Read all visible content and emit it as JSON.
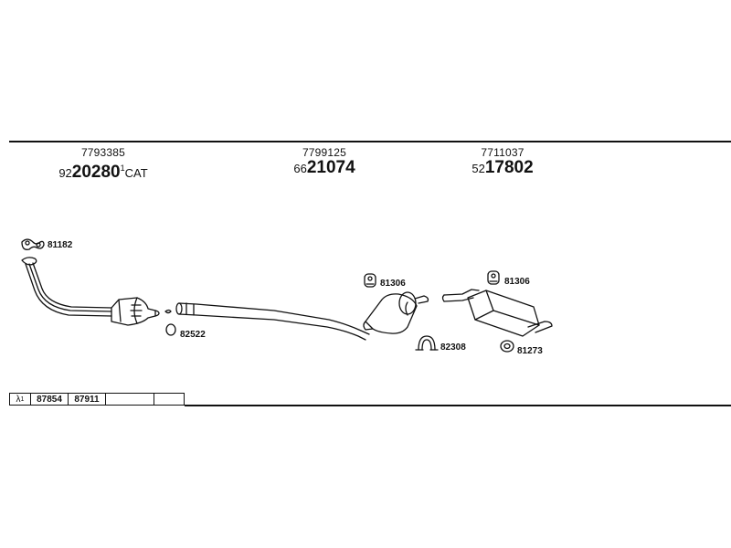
{
  "assemblies": [
    {
      "oe": "7793385",
      "prefix": "92",
      "code": "20280",
      "superscript": "1",
      "suffix": "CAT"
    },
    {
      "oe": "7799125",
      "prefix": "66",
      "code": "21074",
      "superscript": "",
      "suffix": ""
    },
    {
      "oe": "7711037",
      "prefix": "52",
      "code": "17802",
      "superscript": "",
      "suffix": ""
    }
  ],
  "callouts": {
    "gasket_front": "81182",
    "clamp_ring": "82522",
    "hanger_mid": "81306",
    "hanger_rear": "81306",
    "clamp_rear": "82308",
    "rubber_ring": "81273"
  },
  "lambda_table": {
    "symbol": "λ",
    "superscript": "1",
    "cells": [
      "87854",
      "87911",
      ""
    ]
  }
}
